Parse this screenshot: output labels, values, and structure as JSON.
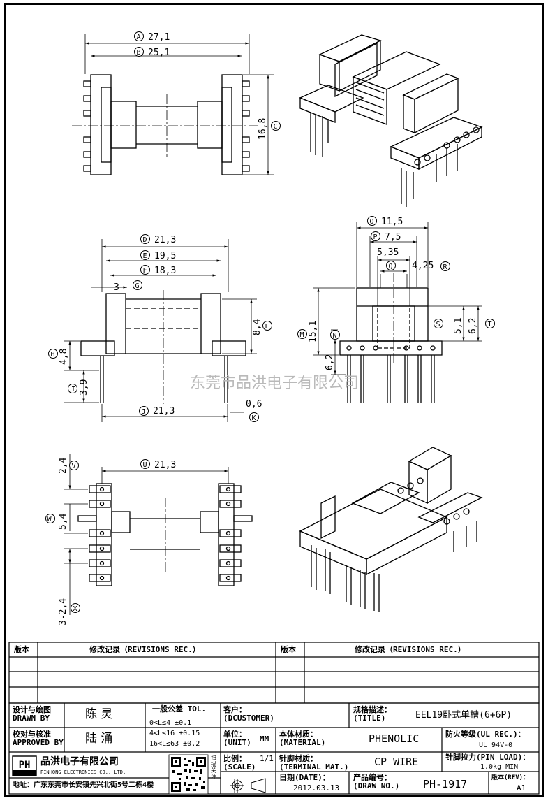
{
  "dimensions": {
    "A": "27,1",
    "B": "25,1",
    "C": "16,8",
    "D": "21,3",
    "E": "19,5",
    "F": "18,3",
    "G": "3",
    "H": "4,8",
    "I": "3,9",
    "J": "21,3",
    "K": "0,6",
    "L": "8,4",
    "M": "15,1",
    "N": "6,2",
    "O": "11,5",
    "P": "7,5",
    "Q": "5,35",
    "R": "4,25",
    "S": "5,1",
    "T": "6,2",
    "U": "21,3",
    "V": "2,4",
    "W": "5,4",
    "X": "3-2,4"
  },
  "watermark": "东莞市品洪电子有限公司",
  "revisions": {
    "col_version": "版本",
    "col_record": "修改记录（REVISIONS REC.）"
  },
  "title_block": {
    "design_label_cn": "设计与绘图",
    "design_label_en": "DRAWN BY",
    "design_name": "陈 灵",
    "check_label_cn": "校对与核准",
    "check_label_en": "APPROVED BY",
    "check_name": "陆 涌",
    "tol_title": "一般公差 TOL.",
    "tol_rows": [
      "0<L≤4    ±0.1",
      "4<L≤16   ±0.15",
      "16<L≤63  ±0.2"
    ],
    "customer_label_cn": "客户：",
    "customer_label_en": "(DCUSTOMER)",
    "spec_label_cn": "规格描述：",
    "spec_label_en": "(TITLE)",
    "spec_value": "EEL19卧式单槽(6+6P)",
    "unit_label_cn": "单位：",
    "unit_label_en": "(UNIT)",
    "unit_value": "MM",
    "material_label_cn": "本体材质：",
    "material_label_en": "(MATERIAL)",
    "material_value": "PHENOLIC",
    "fire_label_cn": "防火等级(UL REC.)：",
    "fire_value": "UL 94V-0",
    "scale_label_cn": "比例：",
    "scale_label_en": "(SCALE)",
    "scale_value": "1/1",
    "terminal_label_cn": "针脚材质：",
    "terminal_label_en": "(TERMINAL MAT.)",
    "terminal_value": "CP WIRE",
    "pinload_label_cn": "针脚拉力(PIN LOAD)：",
    "pinload_value": "1.0kg MIN",
    "date_label_cn": "日期(DATE)：",
    "date_value": "2012.03.13",
    "drawno_label_cn": "产品编号：",
    "drawno_label_en": "(DRAW NO.)",
    "drawno_value": "PH-1917",
    "rev_label": "版本(REV)：",
    "rev_value": "A1",
    "company_cn": "品洪电子有限公司",
    "company_en": "PINHONG ELECTRONICS CO., LTD.",
    "logo_text": "PH",
    "address": "地址：广东东莞市长安镇先兴北街5号二栋4楼",
    "qr_caption": "扫描关注"
  }
}
